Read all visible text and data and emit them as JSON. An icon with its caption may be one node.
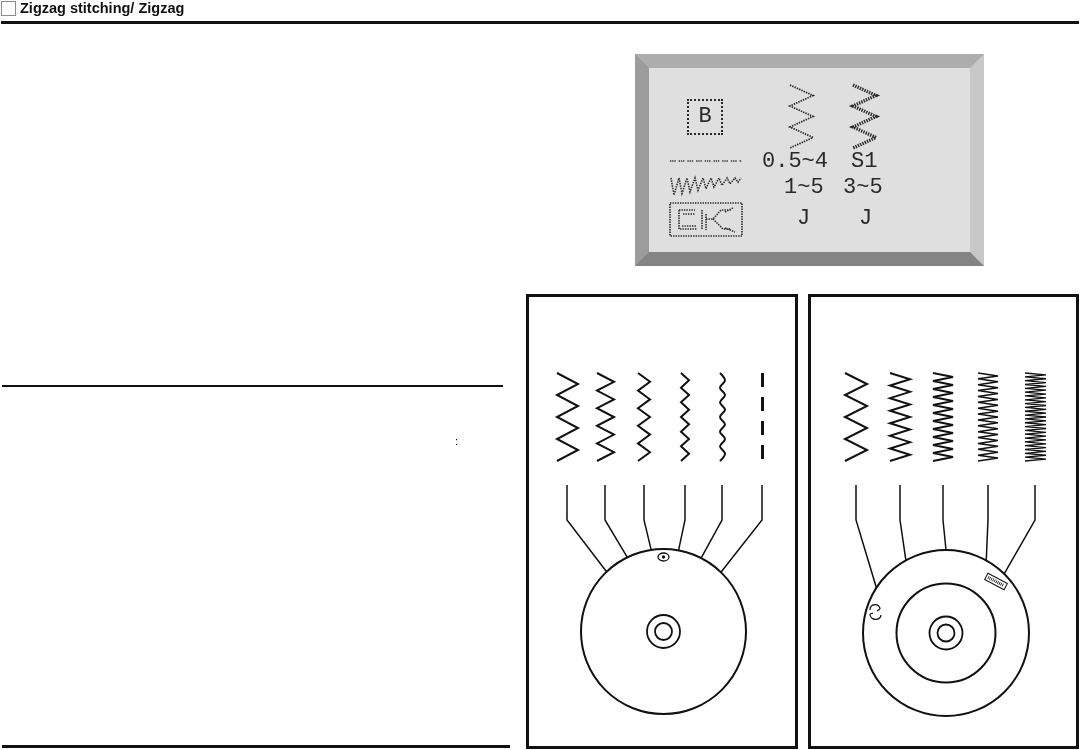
{
  "diagram": {
    "title": "Zigzag stitching/ Zigzag",
    "nodes": [
      {
        "text": [
          "B",
          "0.5~4",
          "S1",
          "1~5",
          "3~5",
          "J",
          "J"
        ]
      },
      {
        "text": [],
        "shape": "box"
      },
      {
        "text": [],
        "shape": "picture",
        "in": 1
      },
      {
        "text": [],
        "shape": "picture",
        "in": 1
      },
      {
        "text": [],
        "shape": "picture",
        "in": 1
      },
      {
        "text": [],
        "shape": "picture",
        "in": 1
      },
      {
        "text": [],
        "shape": "picture",
        "in": 1
      },
      {
        "text": [],
        "shape": "picture",
        "in": 1
      },
      {
        "text": [],
        "shape": "circle",
        "in": 1
      },
      {
        "text": [],
        "shape": "box"
      },
      {
        "text": [],
        "shape": "picture",
        "in": 9
      },
      {
        "text": [],
        "shape": "picture",
        "in": 9
      },
      {
        "text": [],
        "shape": "picture",
        "in": 9
      },
      {
        "text": [],
        "shape": "picture",
        "in": 9
      },
      {
        "text": [],
        "shape": "picture",
        "in": 9
      },
      {
        "text": [],
        "shape": "circle",
        "in": 9
      }
    ],
    "edges": [
      {
        "from": 2,
        "to": 8,
        "arrow": "none"
      },
      {
        "from": 3,
        "to": 8,
        "arrow": "none"
      },
      {
        "from": 4,
        "to": 8,
        "arrow": "none"
      },
      {
        "from": 5,
        "to": 8,
        "arrow": "none"
      },
      {
        "from": 6,
        "to": 8,
        "arrow": "none"
      },
      {
        "from": 7,
        "to": 8,
        "arrow": "none"
      },
      {
        "from": 10,
        "to": 15,
        "arrow": "none"
      },
      {
        "from": 11,
        "to": 15,
        "arrow": "none"
      },
      {
        "from": 12,
        "to": 15,
        "arrow": "none"
      },
      {
        "from": 13,
        "to": 15,
        "arrow": "none"
      },
      {
        "from": 14,
        "to": 15,
        "arrow": "none"
      }
    ],
    "labels": [
      ":"
    ]
  }
}
